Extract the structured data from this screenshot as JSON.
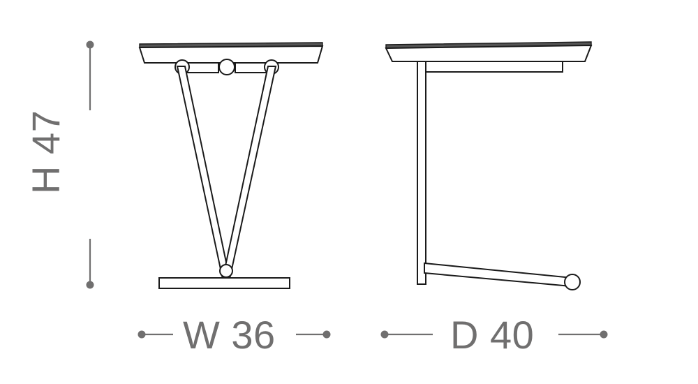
{
  "drawing": {
    "title": "Side table dimension drawing",
    "units": "cm",
    "line_color": "#1a1a1a",
    "dimension_color": "#706f6f",
    "background_color": "#ffffff"
  },
  "dimensions": {
    "height": {
      "label": "H 47",
      "letter": "H",
      "value": "47",
      "orientation": "vertical"
    },
    "width": {
      "label": "W 36",
      "letter": "W",
      "value": "36",
      "orientation": "horizontal"
    },
    "depth": {
      "label": "D 40",
      "letter": "D",
      "value": "40",
      "orientation": "horizontal"
    }
  },
  "views": {
    "front": {
      "name": "front-elevation",
      "description": "Front view of table with V-shaped legs and base bar"
    },
    "side": {
      "name": "side-elevation",
      "description": "Side view of table with vertical post and angled foot"
    }
  }
}
